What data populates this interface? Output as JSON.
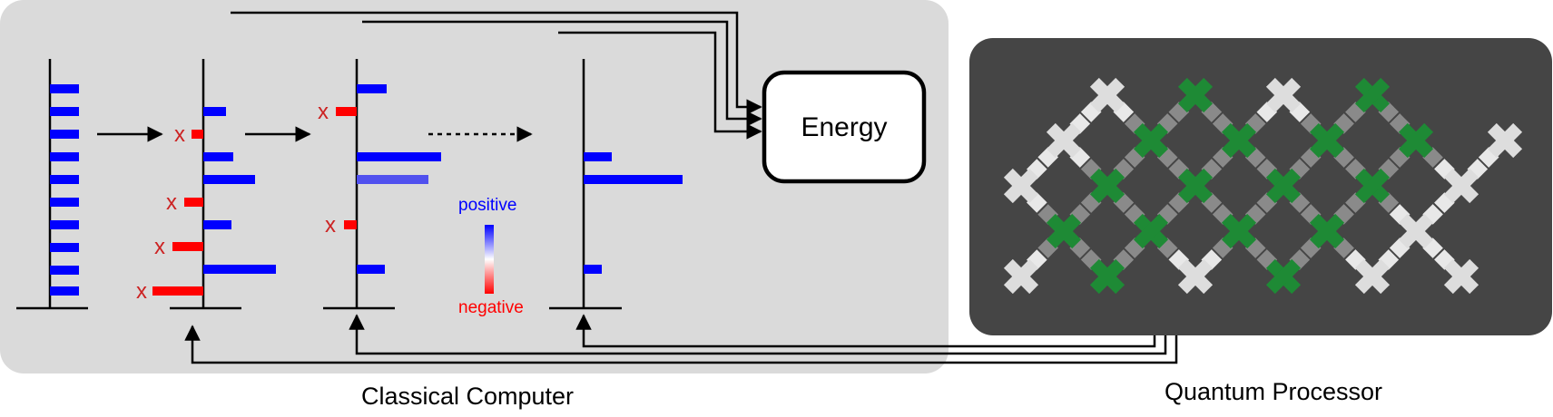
{
  "energy_box": {
    "label": "Energy"
  },
  "legend": {
    "positive_label": "positive",
    "negative_label": "negative",
    "positive_color": "#0000ff",
    "negative_color": "#ff0000"
  },
  "captions": {
    "classical": "Classical Computer",
    "quantum": "Quantum Processor"
  },
  "discard_mark": "x",
  "colors": {
    "classical_panel": "#dadada",
    "quantum_panel": "#454545",
    "qubit_light": "#dddddd",
    "qubit_green": "#1e8a35",
    "coupler_light": "#e8e8e8",
    "coupler_dark": "#8a8a8a"
  }
}
